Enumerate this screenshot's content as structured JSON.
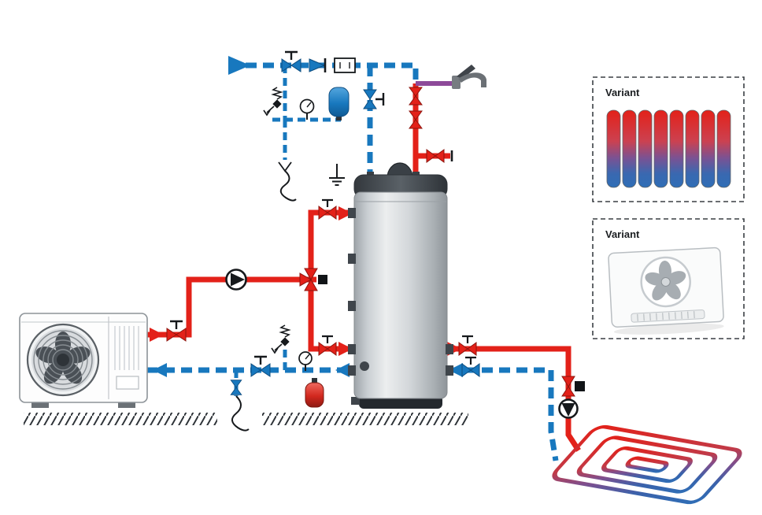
{
  "diagram": {
    "type": "heat-pump-heating-system-schematic",
    "variant_boxes": [
      {
        "label": "Variant",
        "component": "radiator"
      },
      {
        "label": "Variant",
        "component": "fan-coil-unit"
      }
    ],
    "colors": {
      "hot_pipe": "#e32119",
      "cold_pipe": "#1878be",
      "mixed_tap_pipe": "#8d4a99",
      "tank_body": "#c9ced2",
      "tank_cap": "#454b51",
      "symbol_black": "#16191c"
    },
    "components": [
      "heat-pump-outdoor-unit",
      "buffer-cylinder",
      "dhw-tap-mixer",
      "circulation-pump",
      "three-way-valve",
      "mixing-valve-actuator",
      "shut-off-valve",
      "check-valve",
      "water-meter",
      "pressure-gauge",
      "safety-valve-group",
      "expansion-vessel-cold",
      "expansion-vessel-heating",
      "drain-funnel-siphon",
      "drain-hose",
      "earth-ground-symbol",
      "floor-heating-coil",
      "radiator",
      "fan-coil-unit"
    ]
  }
}
